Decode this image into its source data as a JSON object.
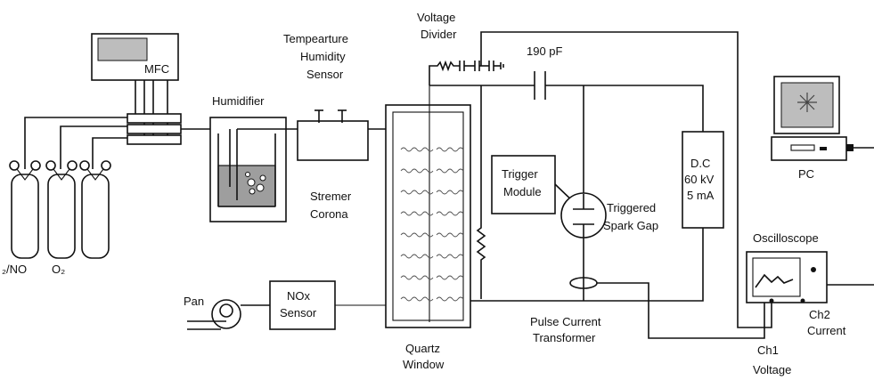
{
  "labels": {
    "mfc": "MFC",
    "humidifier": "Humidifier",
    "sensor_line1": "Tempearture",
    "sensor_line2": "Humidity",
    "sensor_line3": "Sensor",
    "divider_line1": "Voltage",
    "divider_line2": "Divider",
    "capacitor": "190 pF",
    "dc_line1": "D.C",
    "dc_line2": "60 kV",
    "dc_line3": "5 mA",
    "pc": "PC",
    "trigger_line1": "Trigger",
    "trigger_line2": "Module",
    "spark_line1": "Triggered",
    "spark_line2": "Spark Gap",
    "oscilloscope": "Oscilloscope",
    "corona_line1": "Stremer",
    "corona_line2": "Corona",
    "gas1": "₂/NO",
    "gas2": "O₂",
    "pan": "Pan",
    "nox_line1": "NOx",
    "nox_line2": "Sensor",
    "pct_line1": "Pulse Current",
    "pct_line2": "Transformer",
    "quartz_line1": "Quartz",
    "quartz_line2": "Window",
    "ch2_line1": "Ch2",
    "ch2_line2": "Current",
    "ch1_line1": "Ch1",
    "ch1_line2": "Voltage"
  }
}
